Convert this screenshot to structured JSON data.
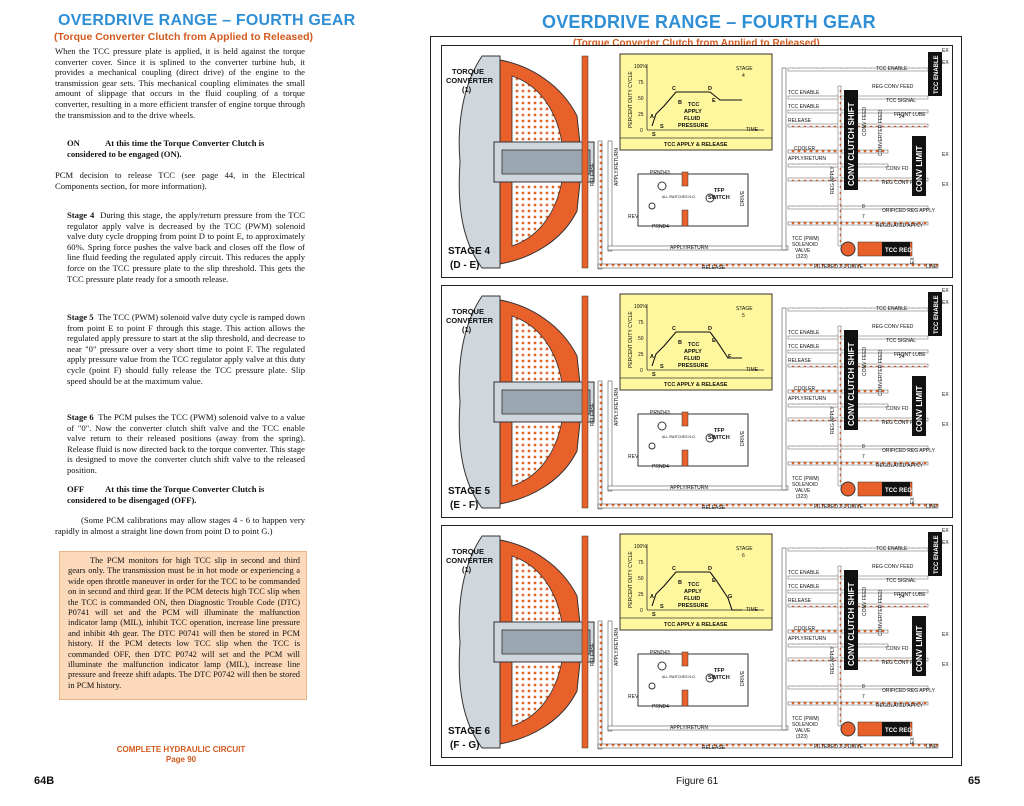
{
  "left_page": {
    "title": "OVERDRIVE RANGE – FOURTH GEAR",
    "subtitle": "(Torque Converter Clutch from Applied to Released)",
    "intro": "When the TCC pressure plate is applied, it is held against the torque converter cover. Since it is splined to the converter turbine hub, it provides a mechanical coupling (direct drive) of the engine to the transmission gear sets. This mechanical coupling eliminates the small amount of slippage that occurs in the fluid coupling of a torque converter, resulting in a more efficient transfer of engine torque through the transmission and to the drive wheels.",
    "on_label": "ON",
    "on_text": "At this time the Torque Converter Clutch is considered to be engaged (ON).",
    "pcm_decision": "PCM decision to release TCC (see page 44, in the Electrical Components section, for more information).",
    "stage4_label": "Stage 4",
    "stage4_text": "During this stage, the apply/return pressure from the TCC regulator apply valve is decreased by the TCC (PWM) solenoid valve duty cycle dropping from point D to point E, to approximately 60%. Spring force pushes the valve back and closes off the flow of line fluid feeding the regulated apply circuit. This reduces the apply force on the TCC pressure plate to the slip threshold. This gets the TCC pressure plate ready for a smooth release.",
    "stage5_label": "Stage 5",
    "stage5_text": "The TCC (PWM) solenoid valve duty cycle is ramped down from point E to point F through this stage. This action allows the regulated apply pressure to start at the slip threshold, and decrease to near \"0\" pressure over a very short time to point F. The regulated apply pressure value from the TCC regulator apply valve at this duty cycle (point F) should fully release the TCC pressure plate. Slip speed should be at the maximum value.",
    "stage6_label": "Stage 6",
    "stage6_text": "The PCM pulses the TCC (PWM) solenoid valve to a value of \"0\". Now the converter clutch shift valve and the TCC enable valve return to their released positions (away from the spring). Release fluid is now directed back to the torque converter. This stage is designed to move the converter clutch shift valve to the released position.",
    "off_label": "OFF",
    "off_text": "At this time the Torque Converter Clutch is considered to be disengaged (OFF).",
    "some_pcm": "(Some PCM calibrations may allow stages 4 - 6 to happen very rapidly in almost a straight line down from point D to point G.)",
    "note": "The PCM monitors for high TCC slip in second and third gears only. The transmission must be in hot mode or experiencing a wide open throttle maneuver in order for the TCC to be commanded on in second and third gear. If the PCM detects high TCC slip when the TCC is commanded ON, then Diagnostic Trouble Code (DTC) P0741 will set and the PCM will illuminate the malfunction indicator lamp (MIL), inhibit TCC operation, increase line pressure and inhibit 4th gear. The DTC P0741 will then be stored in PCM history. If the PCM detects low TCC slip when the TCC is commanded OFF, then DTC P0742 will set and the PCM will illuminate the malfunction indicator lamp (MIL), increase line pressure and freeze shift adapts. The DTC P0742 will then be stored in PCM history.",
    "footer_line1": "COMPLETE HYDRAULIC CIRCUIT",
    "footer_line2": "Page 90",
    "page_number": "64B"
  },
  "right_page": {
    "title": "OVERDRIVE RANGE – FOURTH GEAR",
    "subtitle": "(Torque Converter Clutch from Applied to Released)",
    "figure_label": "Figure 61",
    "page_number": "65",
    "common": {
      "torque_converter": "TORQUE",
      "converter": "CONVERTER",
      "converter_num": "(1)",
      "release": "RELEASE",
      "apply_return": "APPLY/RETURN",
      "graph_title": "TCC APPLY & RELEASE",
      "graph_y": "PERCENT DUTY CYCLE",
      "graph_x": "TIME",
      "graph_inner1": "TCC",
      "graph_inner2": "APPLY",
      "graph_inner3": "FLUID",
      "graph_inner4": "PRESSURE",
      "tick100": "100%",
      "tick75": "75",
      "tick50": "50",
      "tick25": "25",
      "tick0": "0",
      "pt_a": "A",
      "pt_b": "B",
      "pt_c": "C",
      "pt_d": "D",
      "pt_e": "E",
      "pt_s1": "S",
      "pt_s2": "S",
      "prnd43": "PRND43",
      "prnd4": "PRND4",
      "rev": "REV",
      "tfp1": "TFP",
      "tfp2": "SWITCH",
      "drive": "DRIVE",
      "switches": "ALL SWITCHES N.O.",
      "tcc_enable": "TCC ENABLE",
      "reg_conv_feed": "REG CONV FEED",
      "tcc_signal": "TCC SIGNAL",
      "front_lube": "FRONT LUBE",
      "cooler": "COOLER",
      "conv_fd": "CONV FD",
      "reg_conv_fd": "REG CONV FD",
      "orificed_reg_apply": "ORIFICED REG APPLY",
      "regulated_apply": "REGULATED APPLY",
      "filtered": "FILTERED 2-3 DRIVE",
      "line": "LINE",
      "ex": "EX",
      "tcc_pwm1": "TCC (PWM)",
      "tcc_pwm2": "SOLENOID",
      "tcc_pwm3": "VALVE",
      "tcc_pwm4": "(323)",
      "tcc_enable_valve": "TCC ENABLE",
      "conv_clutch_shift": "CONV CLUTCH SHIFT",
      "conv_limit": "CONV LIMIT",
      "tcc_reg": "TCC REG",
      "reg_apply": "REG APPLY",
      "converter_feed": "CONVERTER FEED",
      "conv_feed": "CONV FEED",
      "num24": "24",
      "num8": "8",
      "num7": "7"
    },
    "panels": [
      {
        "stage_label": "STAGE 4",
        "stage_range": "(D - E)",
        "graph_stage": "STAGE",
        "graph_stage_num": "4",
        "extra_pt": ""
      },
      {
        "stage_label": "STAGE 5",
        "stage_range": "(E - F)",
        "graph_stage": "STAGE",
        "graph_stage_num": "5",
        "extra_pt": "F"
      },
      {
        "stage_label": "STAGE 6",
        "stage_range": "(F - G)",
        "graph_stage": "STAGE",
        "graph_stage_num": "6",
        "extra_pt": "G"
      }
    ]
  }
}
